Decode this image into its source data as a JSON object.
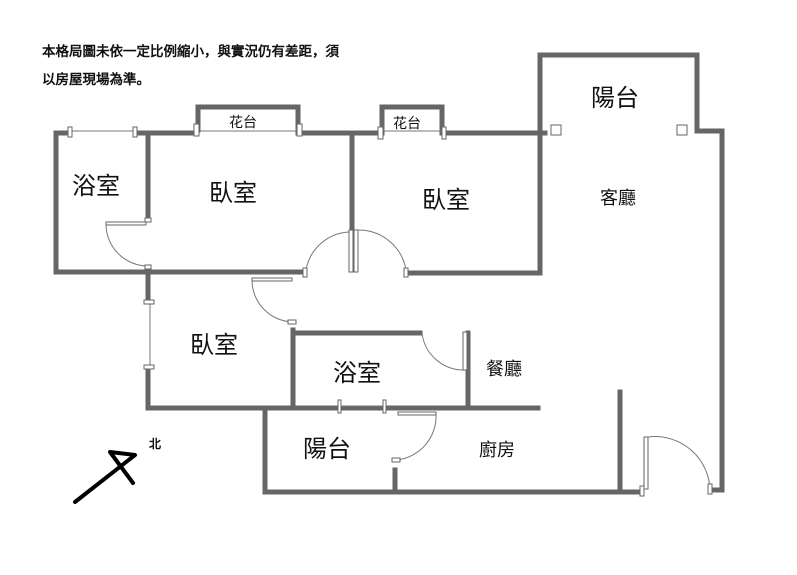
{
  "disclaimer": {
    "line1": "本格局圖未依一定比例縮小，與實況仍有差距，須",
    "line2": "以房屋現場為準。"
  },
  "rooms": {
    "bath_1": "浴室",
    "bedroom_1": "臥室",
    "planter_1": "花台",
    "planter_2": "花台",
    "bedroom_2": "臥室",
    "balcony_1": "陽台",
    "living_room": "客廳",
    "bedroom_3": "臥室",
    "bath_2": "浴室",
    "dining_room": "餐廳",
    "balcony_2": "陽台",
    "kitchen": "廚房"
  },
  "compass": {
    "label": "北"
  },
  "colors": {
    "wall": "#666666"
  }
}
